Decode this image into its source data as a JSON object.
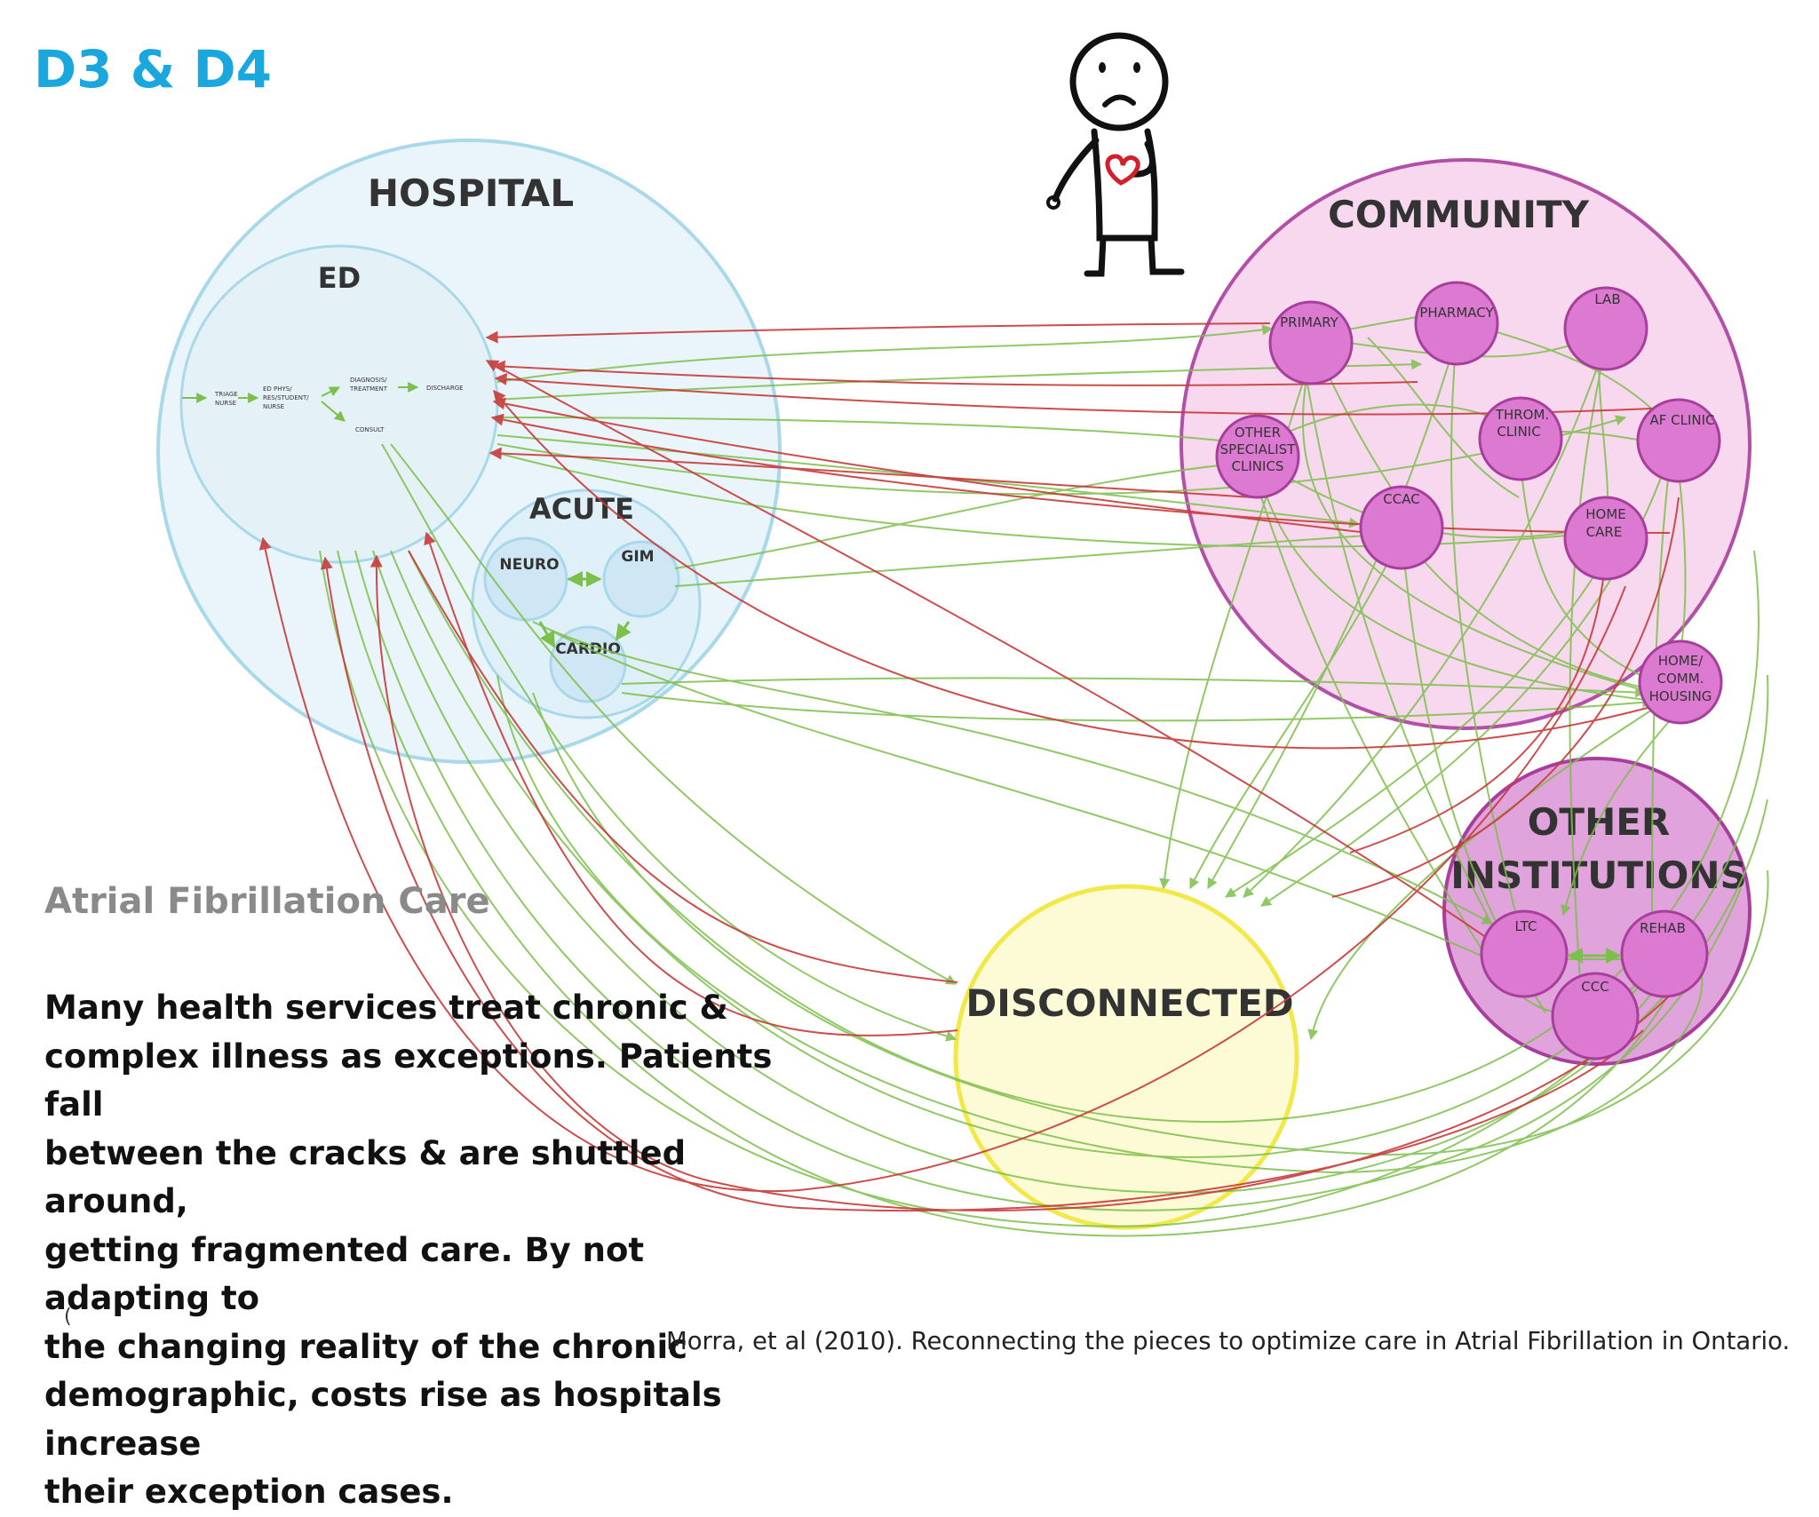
{
  "slide": {
    "title": "D3 & D4",
    "subtitle": "Atrial Fibrillation Care",
    "body": "Many health services treat chronic &\ncomplex illness as exceptions. Patients fall\nbetween the cracks & are shuttled around,\ngetting fragmented care. By not adapting to\nthe changing reality of the chronic\ndemographic, costs rise as hospitals increase\ntheir exception cases.",
    "stray_mark": "(",
    "citation": "Morra, et al (2010).  Reconnecting the pieces to optimize care in Atrial Fibrillation in Ontario."
  },
  "colors": {
    "title": "#1aa7de",
    "hospital_fill": "#e9f5fa",
    "hospital_stroke": "#a8d8ea",
    "community_fill": "#f8d8ef",
    "community_stroke": "#b24fa6",
    "node_fill": "#dc7ad1",
    "node_stroke": "#a83e9c",
    "institutions_fill": "#e0a3dc",
    "disconnected_fill": "#fdfbd6",
    "disconnected_stroke": "#f2e84a",
    "link_green": "#7cbf4a",
    "link_red": "#c83a3a"
  },
  "diagram": {
    "hospital": {
      "label": "HOSPITAL",
      "ed": {
        "label": "ED",
        "flow": [
          "TRIAGE",
          "NURSE",
          "ED PHYS/",
          "RES/STUDENT/",
          "NURSE",
          "DIAGNOSIS/",
          "TREATMENT",
          "DISCHARGE",
          "CONSULT"
        ]
      },
      "acute": {
        "label": "ACUTE",
        "units": [
          "NEURO",
          "GIM",
          "CARDIO"
        ]
      }
    },
    "community": {
      "label": "COMMUNITY",
      "nodes": {
        "primary": "PRIMARY",
        "pharmacy": "PHARMACY",
        "lab": "LAB",
        "other_specialist": [
          "OTHER",
          "SPECIALIST",
          "CLINICS"
        ],
        "throm_clinic": [
          "THROM.",
          "CLINIC"
        ],
        "af_clinic": "AF CLINIC",
        "ccac": "CCAC",
        "home_care": [
          "HOME",
          "CARE"
        ],
        "home_comm_housing": [
          "HOME/",
          "COMM.",
          "HOUSING"
        ]
      }
    },
    "other_institutions": {
      "label_1": "OTHER",
      "label_2": "INSTITUTIONS",
      "nodes": {
        "ltc": "LTC",
        "rehab": "REHAB",
        "ccc": "CCC"
      }
    },
    "disconnected": {
      "label": "DISCONNECTED"
    }
  }
}
